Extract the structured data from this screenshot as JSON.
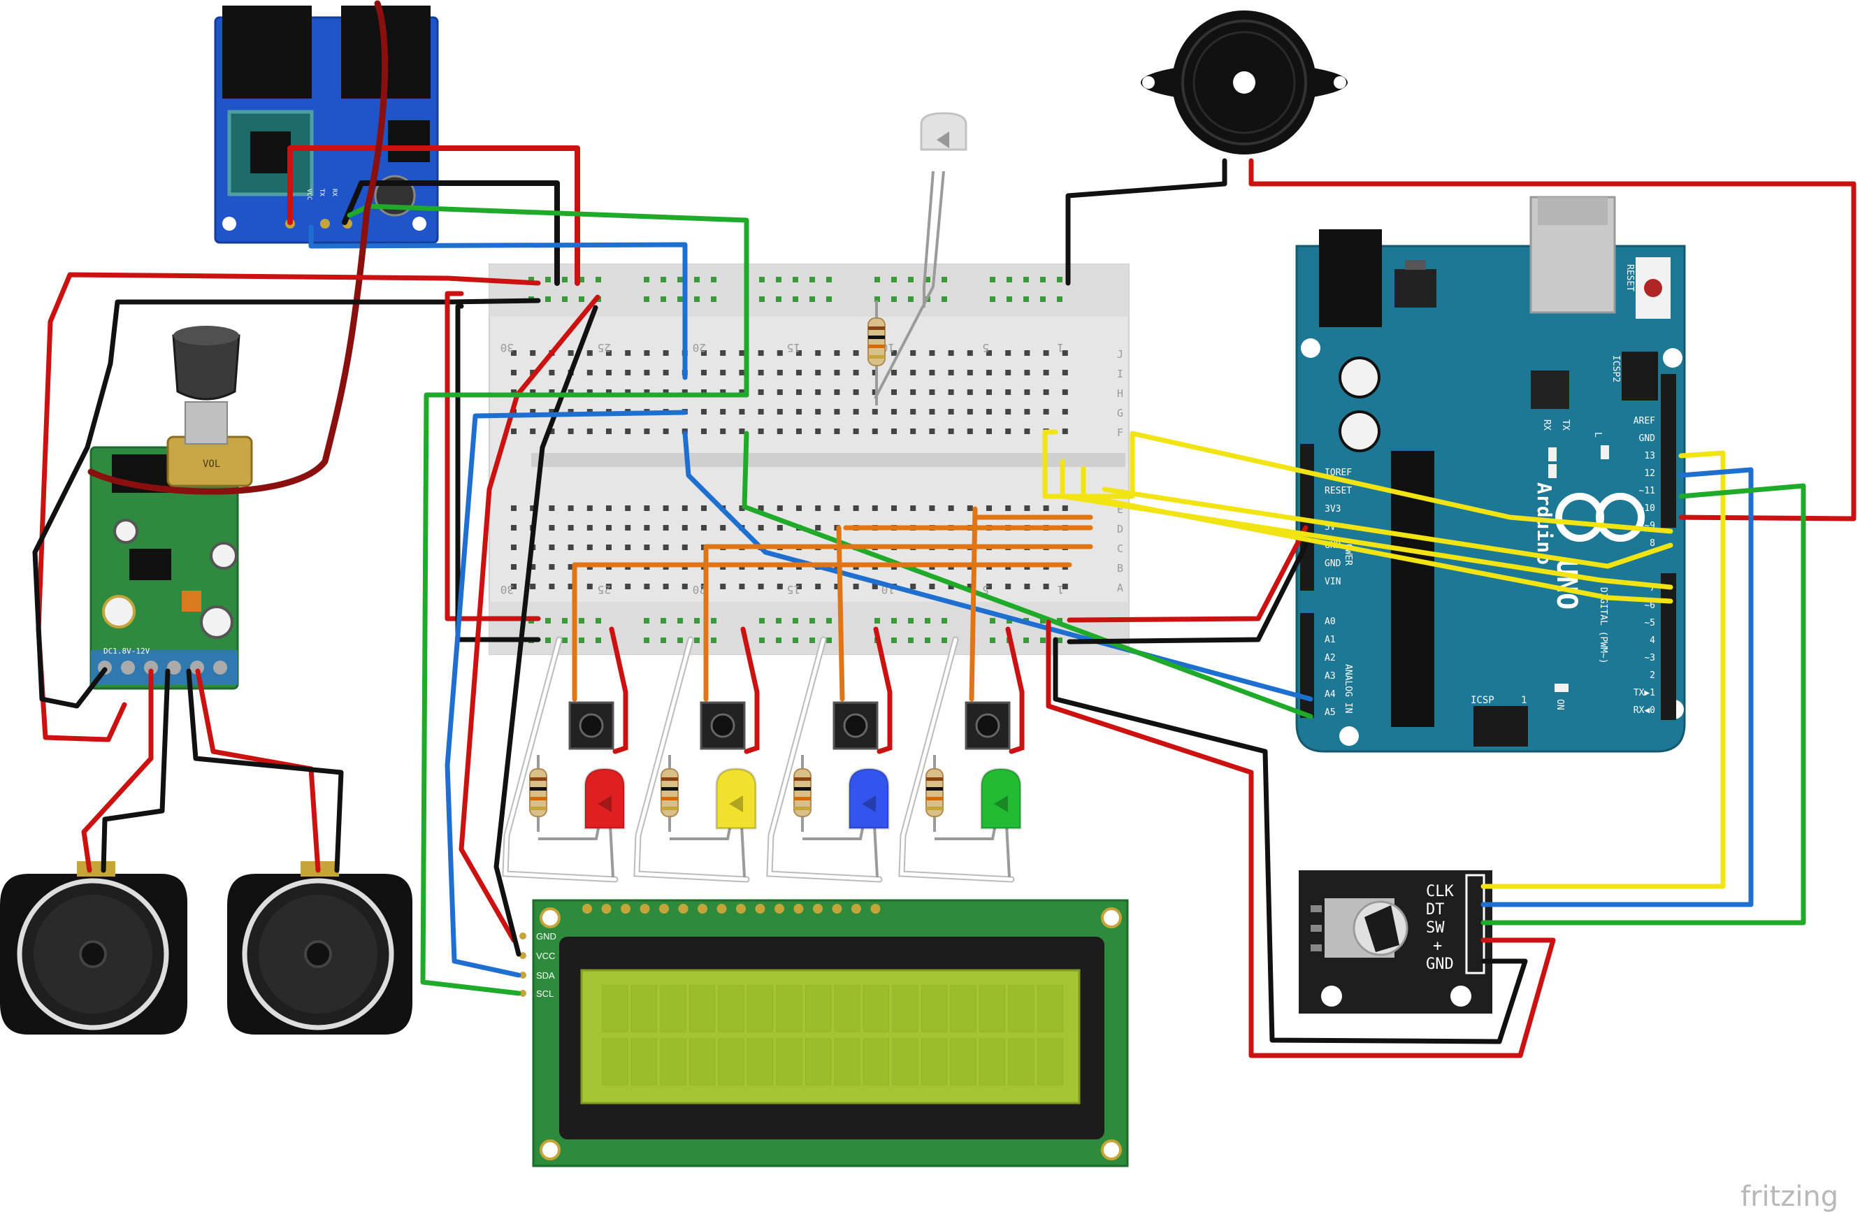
{
  "watermark": "fritzing",
  "colors": {
    "wire_red": "#cc1111",
    "wire_black": "#111111",
    "wire_green": "#1faa2a",
    "wire_blue": "#1f6fd1",
    "wire_yellow": "#f2e413",
    "wire_orange": "#e07515",
    "wire_white": "#ffffff",
    "wire_darkred": "#8a0f0f",
    "arduino_blue": "#1d7896",
    "lcd_green": "#2d8b3b",
    "lcd_screen": "#a4c432",
    "breadboard": "#e6e6e6",
    "module_blue": "#2055c9"
  },
  "breadboard": {
    "column_numbers_top": [
      "30",
      "25",
      "20",
      "15",
      "10",
      "5",
      "1"
    ],
    "column_numbers_bottom": [
      "30",
      "25",
      "20",
      "15",
      "10",
      "5",
      "1"
    ],
    "row_letters_top": [
      "J",
      "I",
      "H",
      "G",
      "F"
    ],
    "row_letters_bottom": [
      "E",
      "D",
      "C",
      "B",
      "A"
    ]
  },
  "arduino": {
    "brand": "Arduino",
    "model": "UNO",
    "reset_label": "RESET",
    "icsp2_label": "ICSP2",
    "icsp_label": "ICSP",
    "icsp_pin": "1",
    "on_label": "ON",
    "l_label": "L",
    "tx_label": "TX",
    "rx_label": "RX",
    "power_header_label": "POWER",
    "analog_header_label": "ANALOG IN",
    "digital_header_label": "DIGITAL (PWM~)",
    "power_pins": [
      "IOREF",
      "RESET",
      "3V3",
      "5V",
      "GND",
      "GND",
      "VIN"
    ],
    "analog_pins": [
      "A0",
      "A1",
      "A2",
      "A3",
      "A4",
      "A5"
    ],
    "digital_top_pins": [
      "AREF",
      "GND",
      "13",
      "12",
      "~11",
      "~10",
      "~9",
      "8"
    ],
    "digital_bottom_pins": [
      "7",
      "~6",
      "~5",
      "4",
      "~3",
      "2",
      "TX▶1",
      "RX◀0"
    ]
  },
  "lcd": {
    "pins": [
      "GND",
      "VCC",
      "SDA",
      "SCL"
    ]
  },
  "encoder": {
    "pins": [
      "CLK",
      "DT",
      "SW",
      "+",
      "GND"
    ]
  },
  "amp": {
    "board_label": "DC1.8V-12V",
    "pot_label": "VOL"
  },
  "mp3": {
    "pins": [
      "VCC",
      "TX",
      "RX"
    ]
  }
}
